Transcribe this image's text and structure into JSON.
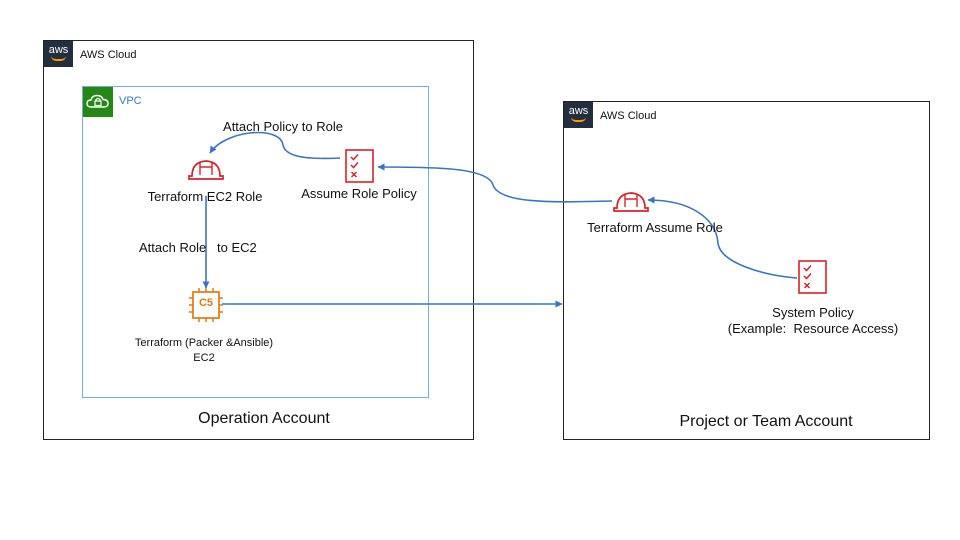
{
  "operation_account": {
    "cloud_label": "AWS Cloud",
    "aws_logo_text": "aws",
    "vpc_label": "VPC",
    "title": "Operation Account"
  },
  "project_account": {
    "cloud_label": "AWS Cloud",
    "aws_logo_text": "aws",
    "title": "Project or Team Account"
  },
  "nodes": {
    "terraform_ec2_role": "Terraform EC2 Role",
    "assume_role_policy": "Assume Role Policy",
    "ec2_chip_label": "C5",
    "ec2_line1": "Terraform (Packer &Ansible)",
    "ec2_line2": "EC2",
    "terraform_assume_role": "Terraform Assume Role",
    "system_policy_line1": "System Policy",
    "system_policy_line2": "(Example:  Resource Access)"
  },
  "edges": {
    "attach_policy": "Attach Policy to Role",
    "attach_role": "Attach Role   to EC2"
  },
  "colors": {
    "arrow": "#3f73c1",
    "role_icon": "#d6242d",
    "policy_icon": "#d6242d",
    "ec2_icon": "#e07b12",
    "vpc_badge": "#248814",
    "vpc_border": "#7aaed4",
    "aws_badge": "#232f3e"
  }
}
